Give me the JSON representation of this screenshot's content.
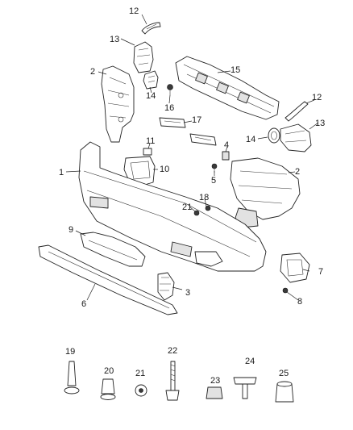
{
  "callouts": {
    "c1": "1",
    "c2a": "2",
    "c2b": "2",
    "c3": "3",
    "c4": "4",
    "c5": "5",
    "c6": "6",
    "c7": "7",
    "c8": "8",
    "c9": "9",
    "c10": "10",
    "c11": "11",
    "c12a": "12",
    "c12b": "12",
    "c13a": "13",
    "c13b": "13",
    "c14a": "14",
    "c14b": "14",
    "c15": "15",
    "c16": "16",
    "c17": "17",
    "c18": "18",
    "c19": "19",
    "c20": "20",
    "c21a": "21",
    "c21b": "21",
    "c22": "22",
    "c23": "23",
    "c24": "24",
    "c25": "25"
  }
}
